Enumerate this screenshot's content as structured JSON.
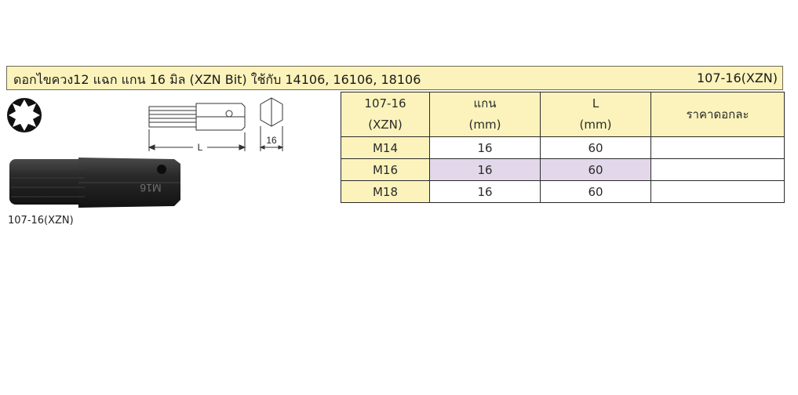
{
  "header": {
    "title": "ดอกไขควง12 แฉก แกน 16 มิล (XZN Bit) ใช้กับ 14106, 16106, 18106",
    "code": "107-16(XZN)"
  },
  "drawing": {
    "length_label": "L",
    "hex_label": "16",
    "bit_marking": "M16"
  },
  "caption": "107-16(XZN)",
  "table": {
    "headers": {
      "col1_line1": "107-16",
      "col1_line2": "(XZN)",
      "col2_line1": "แกน",
      "col2_line2": "(mm)",
      "col3_line1": "L",
      "col3_line2": "(mm)",
      "col4": "ราคาดอกละ"
    },
    "rows": [
      {
        "size": "M14",
        "shank": "16",
        "length": "60",
        "price": ""
      },
      {
        "size": "M16",
        "shank": "16",
        "length": "60",
        "price": ""
      },
      {
        "size": "M18",
        "shank": "16",
        "length": "60",
        "price": ""
      }
    ],
    "highlight_row": 1,
    "colors": {
      "header_bg": "#fbf3bb",
      "highlight_bg": "#e2d8ea",
      "border": "#2a2a2a"
    }
  }
}
